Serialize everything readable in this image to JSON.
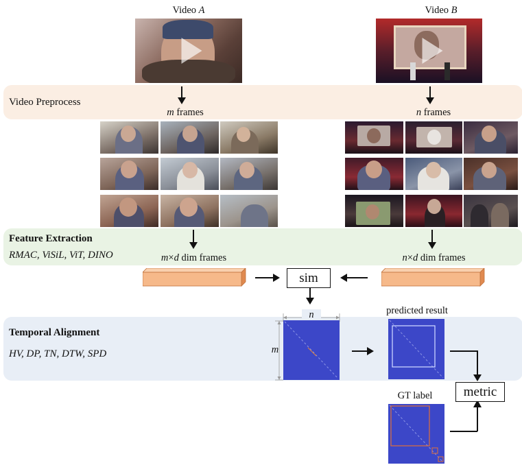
{
  "videos": {
    "a": {
      "prefix": "Video ",
      "letter": "A"
    },
    "b": {
      "prefix": "Video ",
      "letter": "B"
    }
  },
  "stages": {
    "preprocess": {
      "label": "Video Preprocess"
    },
    "feature": {
      "label": "Feature Extraction",
      "methods": "RMAC, ViSiL, ViT, DINO"
    },
    "temporal": {
      "label": "Temporal Alignment",
      "methods": "HV, DP, TN, DTW, SPD"
    }
  },
  "frames": {
    "a_label": {
      "var": "m",
      "text": " frames"
    },
    "b_label": {
      "var": "n",
      "text": " frames"
    }
  },
  "features": {
    "a_label": {
      "m": "m",
      "times": "×",
      "d": "d",
      "text": " dim frames"
    },
    "b_label": {
      "n": "n",
      "times": "×",
      "d": "d",
      "text": " dim frames"
    }
  },
  "sim": {
    "label": "sim"
  },
  "matrix": {
    "x_dim": "n",
    "y_dim": "m"
  },
  "predicted": {
    "label": "predicted result"
  },
  "gt": {
    "label": "GT label"
  },
  "metric": {
    "label": "metric"
  },
  "colors": {
    "preprocess_band": "#fbeee3",
    "feature_band": "#e9f3e4",
    "temporal_band": "#e8eef6",
    "feature_bar": "#f6b98a",
    "matrix": "#3c47c8",
    "predicted_box": "#c9d4ff",
    "gt_box": "#e0703a"
  }
}
